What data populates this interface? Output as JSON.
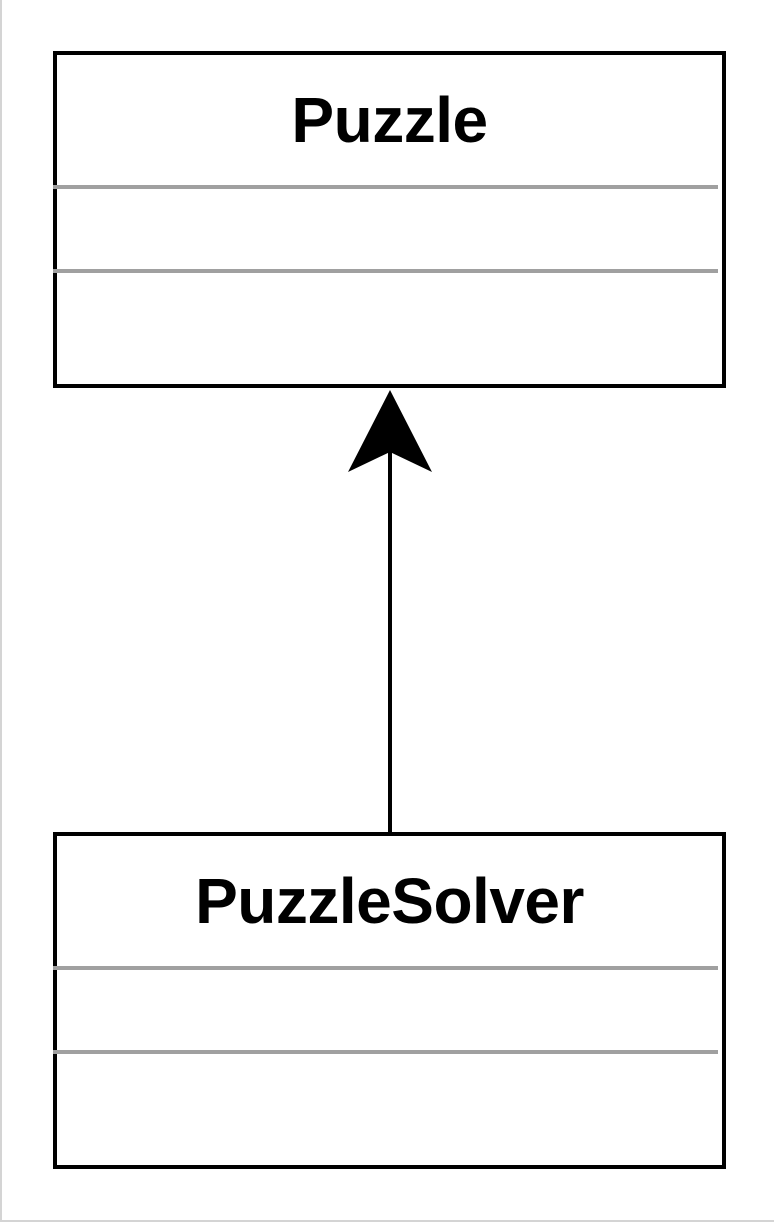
{
  "diagram": {
    "classes": [
      {
        "id": "puzzle",
        "name": "Puzzle",
        "attributes": [],
        "operations": []
      },
      {
        "id": "puzzle-solver",
        "name": "PuzzleSolver",
        "attributes": [],
        "operations": []
      }
    ],
    "relationships": [
      {
        "type": "association-arrow",
        "from": "PuzzleSolver",
        "to": "Puzzle"
      }
    ],
    "colors": {
      "border": "#000000",
      "divider": "#a0a0a0",
      "background": "#ffffff"
    }
  }
}
